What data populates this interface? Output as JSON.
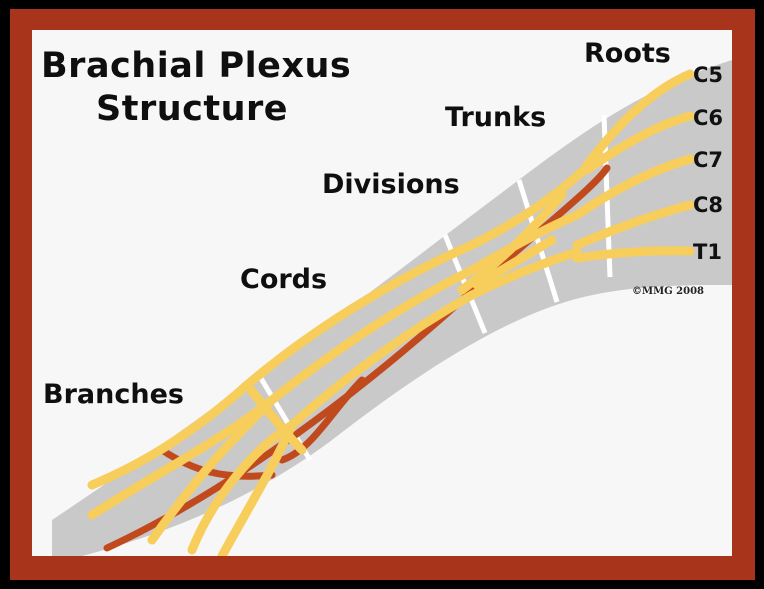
{
  "title": {
    "line1": "Brachial Plexus",
    "line2": "Structure"
  },
  "sections": {
    "roots": "Roots",
    "trunks": "Trunks",
    "divisions": "Divisions",
    "cords": "Cords",
    "branches": "Branches"
  },
  "roots": [
    "C5",
    "C6",
    "C7",
    "C8",
    "T1"
  ],
  "copyright": "©MMG 2008",
  "colors": {
    "frame_outer": "#000000",
    "frame_border": "#a8351b",
    "background": "#f7f7f7",
    "arm_band": "#c9c9c9",
    "nerve": "#f7cd5c",
    "artery": "#c04a1e"
  }
}
